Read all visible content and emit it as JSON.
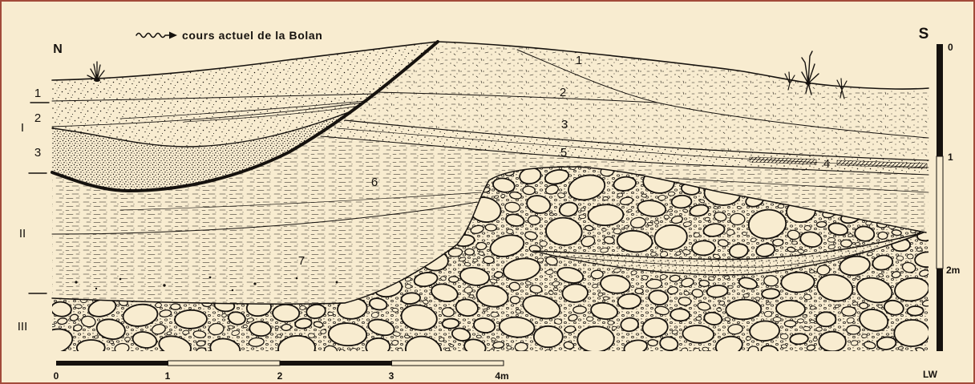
{
  "river_legend": {
    "icon": "wavy-arrow-icon",
    "text": "cours actuel de la Bolan"
  },
  "orientation": {
    "north": "N",
    "south": "S"
  },
  "units": {
    "sub1": "1",
    "sub2": "2",
    "unit_I": "I",
    "sub3": "3",
    "unit_II": "II",
    "unit_III": "III"
  },
  "layers": {
    "l1": "1",
    "l2": "2",
    "l3": "3",
    "l4": "4",
    "l5": "5",
    "l6": "6",
    "l7": "7"
  },
  "vertical_scale": {
    "ticks": [
      "0",
      "1",
      "2m"
    ]
  },
  "horizontal_scale": {
    "ticks": [
      "0",
      "1",
      "2",
      "3",
      "4m"
    ]
  },
  "corner_label": "LW",
  "colors": {
    "paper": "#f8ecd0",
    "ink": "#16120e",
    "frame": "#a24a3a"
  }
}
